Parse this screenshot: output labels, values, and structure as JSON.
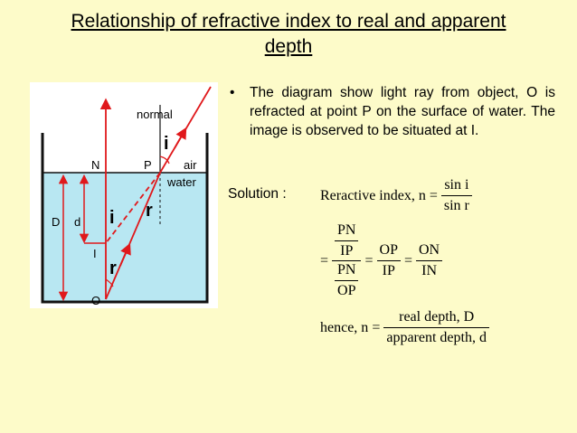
{
  "title": {
    "line1": "Relationship of refractive index to real and apparent",
    "line2": "depth"
  },
  "bullet": {
    "symbol": "•",
    "text": "The diagram show light ray from object, O is refracted at point  P on the surface of water. The image is observed to be situated at I."
  },
  "solution": {
    "label": "Solution :",
    "line1": {
      "prefix": "Reractive index, n",
      "eq": "=",
      "num": "sin i",
      "den": "sin r"
    },
    "line2": {
      "eq1": "=",
      "outer_num": {
        "num": "PN",
        "den": "IP"
      },
      "outer_den": {
        "num": "PN",
        "den": "OP"
      },
      "eq2": "=",
      "f2": {
        "num": "OP",
        "den": "IP"
      },
      "eq3": "=",
      "f3": {
        "num": "ON",
        "den": "IN"
      }
    },
    "line3": {
      "prefix": "hence, n",
      "eq": "=",
      "num": "real depth, D",
      "den": "apparent depth, d"
    }
  },
  "diagram": {
    "labels": {
      "normal": "normal",
      "N": "N",
      "P": "P",
      "air": "air",
      "water": "water",
      "D": "D",
      "d": "d",
      "I": "I",
      "O": "O",
      "i_top": "i",
      "i_mid": "i",
      "r_mid": "r",
      "r_low": "r"
    },
    "colors": {
      "water": "#b8e7f2",
      "ray": "#e0181b",
      "container": "#111111",
      "background": "#ffffff"
    }
  }
}
